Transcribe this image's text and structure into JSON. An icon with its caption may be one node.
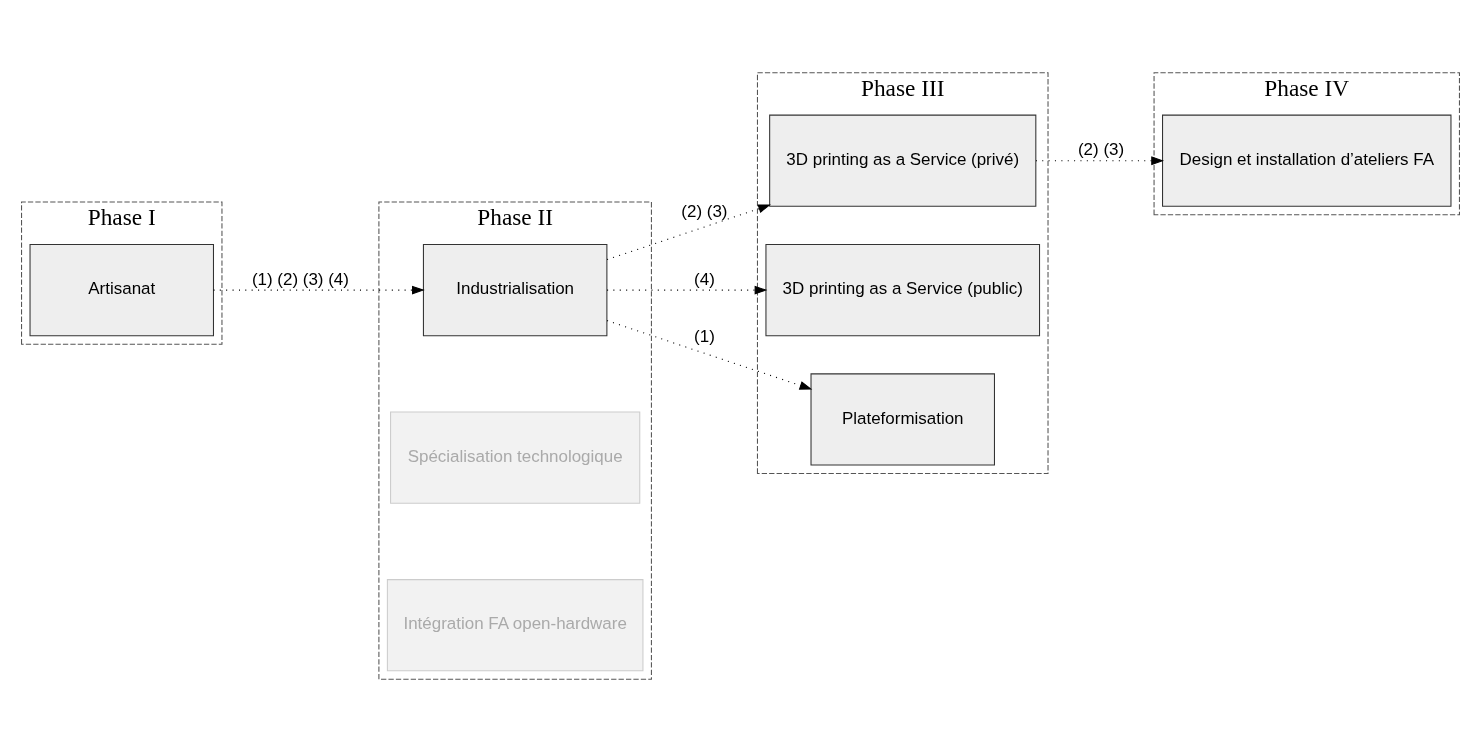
{
  "diagram": {
    "nodes": [
      {
        "text": [
          "Phase I"
        ]
      },
      {
        "text": [
          "Artisanat"
        ],
        "in": 0
      },
      {
        "text": [
          "Phase II"
        ]
      },
      {
        "text": [
          "Industrialisation"
        ],
        "in": 2
      },
      {
        "text": [
          "Spécialisation technologique"
        ],
        "in": 2
      },
      {
        "text": [
          "Intégration FA open-hardware"
        ],
        "in": 2
      },
      {
        "text": [
          "Phase III"
        ]
      },
      {
        "text": [
          "3D printing as a Service (privé)"
        ],
        "in": 6
      },
      {
        "text": [
          "3D printing as a Service (public)"
        ],
        "in": 6
      },
      {
        "text": [
          "Plateformisation"
        ],
        "in": 6
      },
      {
        "text": [
          "Phase IV"
        ]
      },
      {
        "text": [
          "Design et installation d’ateliers FA"
        ],
        "in": 10
      }
    ],
    "edges": [
      {
        "from": 1,
        "to": 3,
        "arrow": "to",
        "label": "(1) (2) (3) (4)"
      },
      {
        "from": 3,
        "to": 7,
        "arrow": "to",
        "label": "(2) (3)"
      },
      {
        "from": 3,
        "to": 8,
        "arrow": "to",
        "label": "(4)"
      },
      {
        "from": 3,
        "to": 9,
        "arrow": "to",
        "label": "(1)"
      },
      {
        "from": 7,
        "to": 11,
        "arrow": "to",
        "label": "(2) (3)"
      }
    ]
  }
}
